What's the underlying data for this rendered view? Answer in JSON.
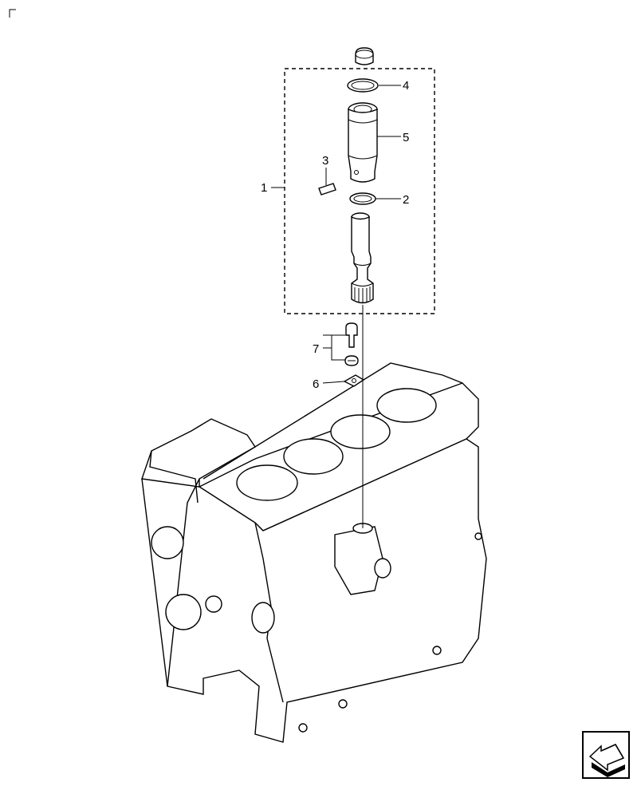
{
  "callouts": {
    "c1": "1",
    "c2": "2",
    "c3": "3",
    "c4": "4",
    "c5": "5",
    "c6": "6",
    "c7": "7"
  },
  "nav": {
    "icon": "arrow-icon"
  }
}
